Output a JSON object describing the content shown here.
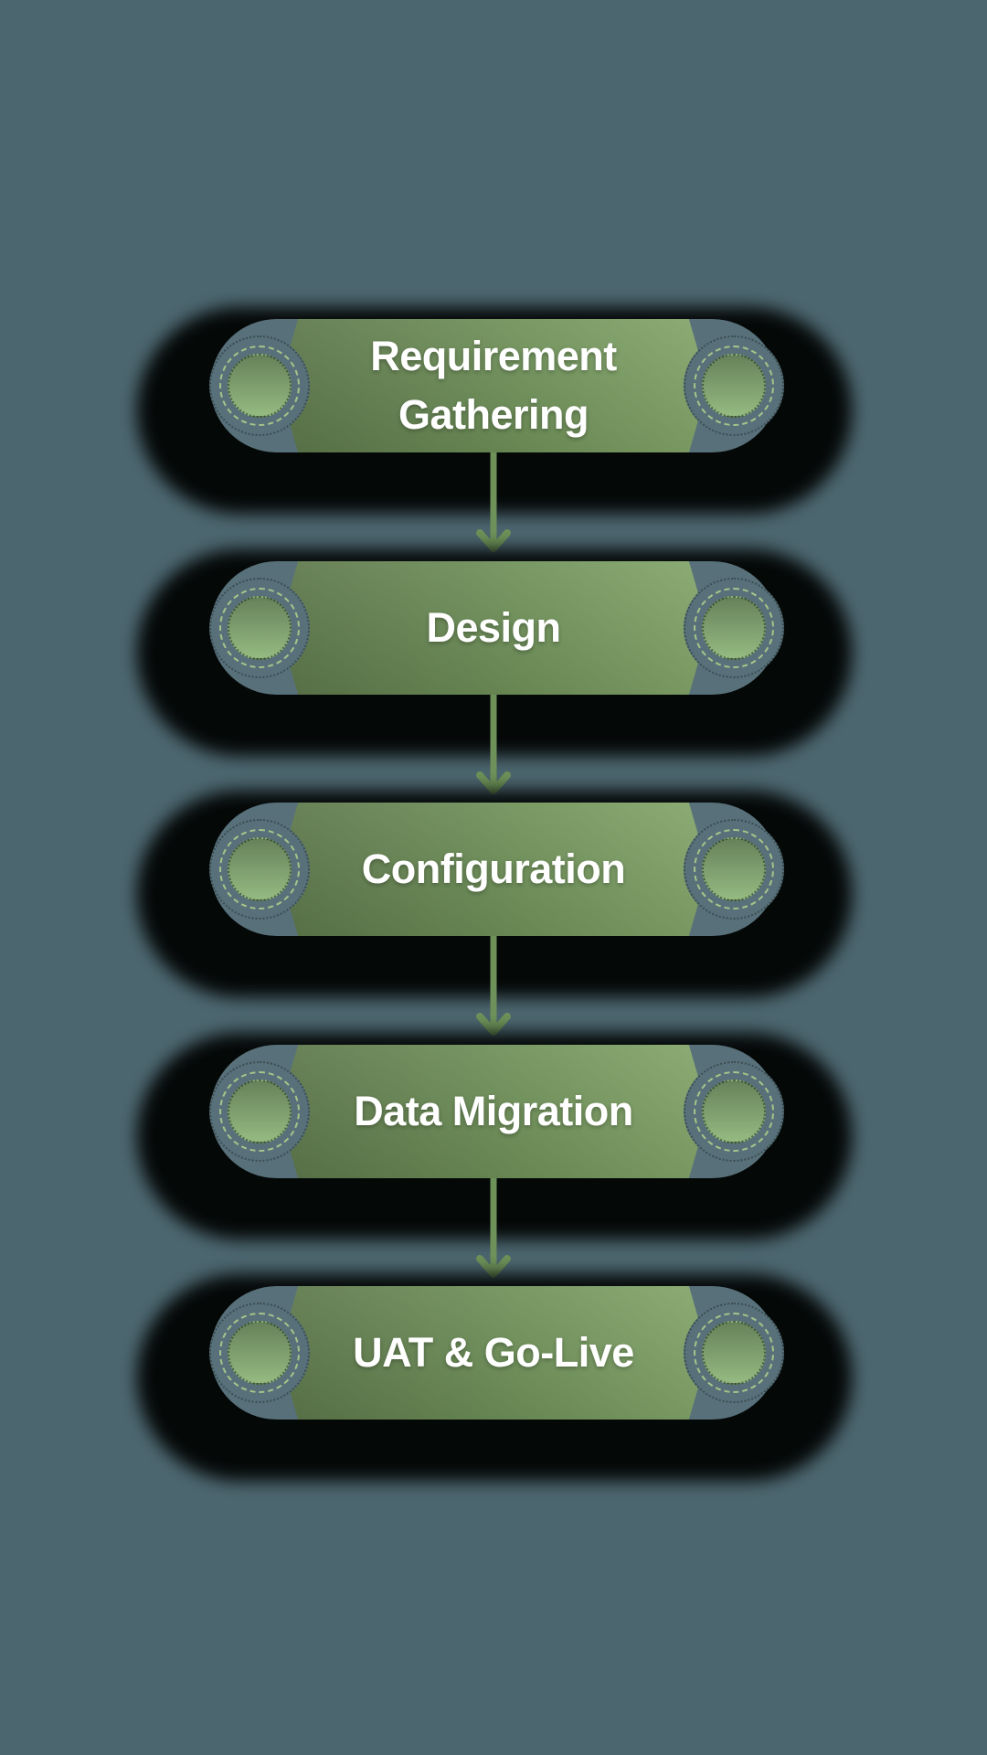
{
  "diagram": {
    "type": "flowchart",
    "direction": "top-down",
    "connector": "arrow-down"
  },
  "flow": {
    "stages": [
      {
        "label": "Requirement Gathering"
      },
      {
        "label": "Design"
      },
      {
        "label": "Configuration"
      },
      {
        "label": "Data Migration"
      },
      {
        "label": "UAT & Go-Live"
      }
    ]
  },
  "colors": {
    "background": "#4c666f",
    "pill_face": "#58707a",
    "shadow": "#010302",
    "banner_gradient_left": "#5d774b",
    "banner_gradient_mid": "#6f9159",
    "banner_gradient_right": "#84a66b",
    "circle_gradient_top": "#66825a",
    "circle_gradient_bottom": "#95ba81",
    "dashed_ring": "#a6c489",
    "arrow": "#6d9159",
    "text": "#ffffff"
  }
}
